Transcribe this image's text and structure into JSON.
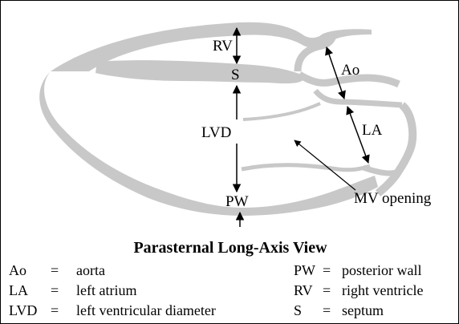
{
  "labels": {
    "rv": "RV",
    "s": "S",
    "ao": "Ao",
    "lvd": "LVD",
    "la": "LA",
    "pw": "PW",
    "mv_opening": "MV opening"
  },
  "title": "Parasternal Long-Axis View",
  "legend": {
    "left": [
      {
        "abbr": "Ao",
        "eq": "=",
        "meaning": "aorta"
      },
      {
        "abbr": "LA",
        "eq": "=",
        "meaning": "left atrium"
      },
      {
        "abbr": "LVD",
        "eq": "=",
        "meaning": "left ventricular diameter"
      }
    ],
    "right": [
      {
        "abbr": "PW",
        "eq": "=",
        "meaning": "posterior wall"
      },
      {
        "abbr": "RV",
        "eq": "=",
        "meaning": "right ventricle"
      },
      {
        "abbr": "S",
        "eq": "=",
        "meaning": "septum"
      }
    ]
  },
  "colors": {
    "tissue": "#c8c8c8",
    "ink": "#000000"
  }
}
